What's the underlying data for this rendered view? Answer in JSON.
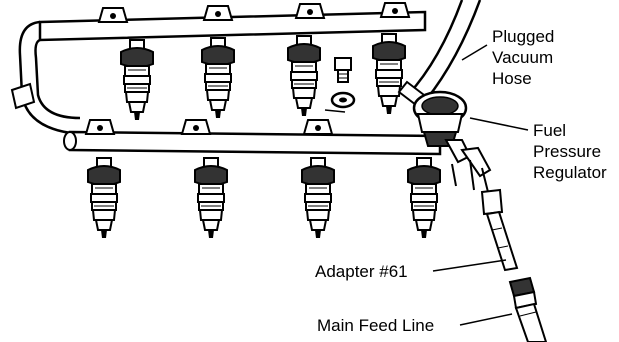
{
  "labels": {
    "vacuum_hose": [
      "Plugged",
      "Vacuum",
      "Hose"
    ],
    "regulator": [
      "Fuel",
      "Pressure",
      "Regulator"
    ],
    "adapter": "Adapter #61",
    "feed_line": "Main Feed Line"
  },
  "colors": {
    "ink": "#000000",
    "paper": "#ffffff",
    "shade": "#333333"
  }
}
